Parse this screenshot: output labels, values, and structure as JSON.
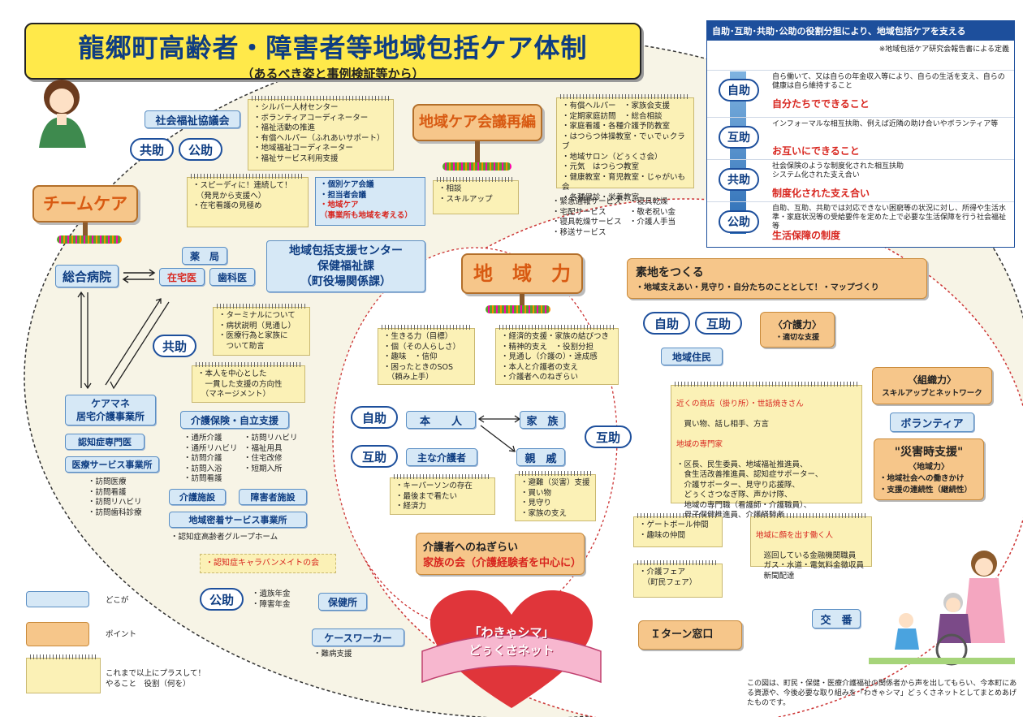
{
  "title": {
    "main": "龍郷町高齢者・障害者等地域包括ケア体制",
    "sub": "（あるべき姿と事例検証等から）"
  },
  "right_panel": {
    "header": "自助･互助･共助･公助の役割分担により、地域包括ケアを支える",
    "definition": "※地域包括ケア研究会報告書による定義",
    "rows": [
      {
        "tag": "自助",
        "text": "自ら働いて、又は自らの年金収入等により、自らの生活を支え、自らの健康は自ら維持すること",
        "emph": "自分たちでできること"
      },
      {
        "tag": "互助",
        "text": "インフォーマルな相互扶助、例えば近隣の助け合いやボランティア等",
        "emph": "お互いにできること"
      },
      {
        "tag": "共助",
        "text": "社会保険のような制度化された相互扶助\nシステム化された支え合い",
        "emph": "制度化された支え合い"
      },
      {
        "tag": "公助",
        "text": "自助、互助、共助では対応できない困窮等の状況に対し、所得や生活水準・家庭状況等の受給要件を定めた上で必要な生活保障を行う社会福祉等",
        "emph": "生活保障の制度"
      }
    ]
  },
  "shakyo": {
    "label": "社会福祉協議会",
    "list": "・シルバー人材センター\n・ボランティアコーディネーター\n・福祉活動の推進\n・有償ヘルパー（ふれあいサポート）\n・地域福祉コーディネーター\n・福祉サービス利用支援",
    "tags": [
      "共助",
      "公助"
    ]
  },
  "care_meeting": {
    "sign": "地域ケア会議再編",
    "list": "・相談\n・スキルアップ"
  },
  "services1": "・有償ヘルパー　・家族会支援\n・定期家庭訪問　・総合相談\n・家庭看護・各種介護予防教室\n・はつらつ体操教室・でぃでぃクラブ\n・地域サロン（どぅくさ会）\n・元気　はつらつ教室\n・健康教室・育児教室・じゃがいも会\n・各種健診・栄養教室",
  "services2": "・緊急通報サービス　・寝具乾燥\n・宅配サービス　　　・敬老祝い金\n・寝具乾燥サービス　・介護人手当\n・移送サービス",
  "team_care": {
    "sign": "チームケア",
    "speedy": "・スピーディに！連続して！\n　（発見から支援へ）\n・在宅看護の見極め",
    "meetings": [
      "・個別ケア会議",
      "・担当者会議",
      "・地域ケア",
      "（事業所も地域を考える）"
    ]
  },
  "center": "地域包括支援センター\n保健福祉課\n（町役場関係課）",
  "hospital": {
    "sogo": "総合病院",
    "zaitaku": "在宅医",
    "yakkyoku": "薬　局",
    "shika": "歯科医"
  },
  "terminal": "・ターミナルについて\n・病状説明（見通し）\n・医療行為と家族に\n　ついて助言",
  "kyojo": "共助",
  "honnin_center": "・本人を中心とした\n　一貫した支援の方向性\n　（マネージメント）",
  "caremane": "ケアマネ\n居宅介護事業所",
  "ninchi": "認知症専門医",
  "iryo": {
    "label": "医療サービス事業所",
    "list": "・訪問医療\n・訪問看護\n・訪問リハビリ\n・訪問歯科診療"
  },
  "kaigo": {
    "label": "介護保険・自立支援",
    "col1": "・通所介護\n・通所リハビリ\n・訪問介護\n・訪問入浴\n・訪問看護",
    "col2": "・訪問リハビリ\n・福祉用具\n・住宅改修\n・短期入所"
  },
  "shisetsu": {
    "kaigo": "介護施設",
    "shogai": "障害者施設",
    "mitchaku": "地域密着サービス事業所",
    "gh": "・認知症高齢者グループホーム",
    "caravan": "・認知症キャラバンメイトの会"
  },
  "koujo_bottom": {
    "tag": "公助",
    "list": "・遺族年金\n・障害年金",
    "hokenjo": "保健所"
  },
  "casework": {
    "label": "ケースワーカー",
    "list": "・難病支援"
  },
  "legend": [
    {
      "text": "どこが"
    },
    {
      "text": "ポイント"
    },
    {
      "text": "これまで以上にプラスして！\nやること　役割（何を）"
    }
  ],
  "chiikiryoku": {
    "sign": "地　域　力"
  },
  "honnin_notes": {
    "left": "・生きる力（目標）\n・個（その人らしさ）\n・趣味　・信仰\n・困ったときのSOS\n　（頼み上手）",
    "right": "・経済的支援・家族の結びつき\n・精神的支え　・役割分担\n・見通し（介護の）・達成感\n・本人と介護者の支え\n・介護者へのねぎらい"
  },
  "persons": {
    "honnin": "本　　人",
    "kazoku": "家　族",
    "omona": "主な介護者",
    "shinseki": "親　戚",
    "jijo": "自助",
    "gojo_l": "互助",
    "gojo_r": "互助"
  },
  "keyperson": "・キーパーソンの存在\n・最後まで看たい\n・経済力",
  "hinan": "・避難（災害）支援\n・買い物\n・見守り\n・家族の支え",
  "family_meeting": {
    "l1": "介護者へのねぎらい",
    "l2": "家族の会（介護経験者を中心に）"
  },
  "soji": {
    "title": "素地をつくる",
    "sub": "・地域支えあい・見守り・自分たちのこととして！・マップづくり"
  },
  "chiiki_jumin": {
    "jijo": "自助",
    "gojo": "互助",
    "label": "地域住民",
    "kaigo": "〈介護力〉",
    "kaigo_sub": "・適切な支援"
  },
  "soshiki": {
    "t": "〈組織力〉",
    "s": "スキルアップとネットワーク"
  },
  "volunteer": "ボランティア",
  "saigai": {
    "t": "\"災害時支援\"",
    "s": "〈地域力〉",
    "l1": "・地域社会への働きかけ",
    "l2": "・支援の連続性（継続性）"
  },
  "neighbors": {
    "h1": "近くの商店（掛り所）・世話焼きさん",
    "b1": "　買い物、話し相手、方言",
    "h2": "地域の専門家",
    "b2": "・区長、民生委員、地域福祉推進員、\n　食生活改善推進員、認知症サポーター、\n　介護サポーター、見守り応援隊、\n　どぅくさつなぎ隊、声かけ隊、\n　地域の専門職（看護師・介護職員）、\n　母子保健推進員、介護経験者"
  },
  "gateball": "・ゲートボール仲間\n・趣味の仲間",
  "fair": "・介護フェア\n　（町民フェア）",
  "workers": {
    "h": "地域に顔を出す働く人",
    "b": "　巡回している金融機関職員\n　ガス・水道・電気料金徴収員\n　新聞配達"
  },
  "iturn": "Ｉターン窓口",
  "koban": "交　番",
  "heart": {
    "l1": "「わきゃシマ」",
    "l2": "どぅくさネット"
  },
  "footer": "この図は、町民・保健・医療介護福祉の関係者から声を出してもらい、今本町にある資源や、今後必要な取り組みを「わきゃシマ」どぅくさネットとしてまとめあげたものです。",
  "colors": {
    "blue_box": "#d6e8f6",
    "orange_box": "#f6c68a",
    "note": "#fbf1b6",
    "accent_red": "#d8261f",
    "navy": "#1d4f9c"
  }
}
